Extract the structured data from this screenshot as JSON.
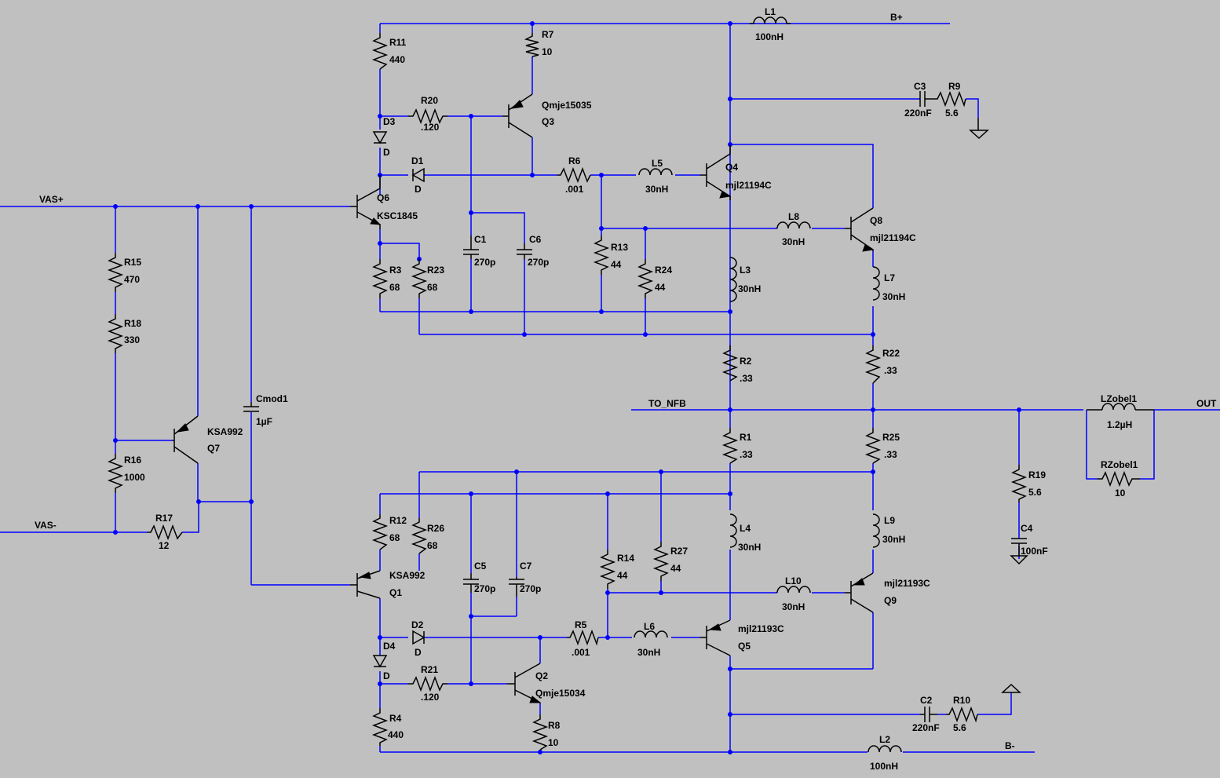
{
  "components": [
    {
      "ref": "R11",
      "value": "440"
    },
    {
      "ref": "R7",
      "value": "10"
    },
    {
      "ref": "R20",
      "value": ".120"
    },
    {
      "ref": "Q3",
      "value": "Qmje15035"
    },
    {
      "ref": "D3",
      "value": "D"
    },
    {
      "ref": "D1",
      "value": "D"
    },
    {
      "ref": "R6",
      "value": ".001"
    },
    {
      "ref": "L5",
      "value": "30nH"
    },
    {
      "ref": "Q4",
      "value": "mjl21194C"
    },
    {
      "ref": "Q6",
      "value": "KSC1845"
    },
    {
      "ref": "C1",
      "value": "270p"
    },
    {
      "ref": "C6",
      "value": "270p"
    },
    {
      "ref": "R13",
      "value": "44"
    },
    {
      "ref": "R24",
      "value": "44"
    },
    {
      "ref": "L8",
      "value": "30nH"
    },
    {
      "ref": "Q8",
      "value": "mjl21194C"
    },
    {
      "ref": "R3",
      "value": "68"
    },
    {
      "ref": "R23",
      "value": "68"
    },
    {
      "ref": "L3",
      "value": "30nH"
    },
    {
      "ref": "L7",
      "value": "30nH"
    },
    {
      "ref": "L1",
      "value": "100nH"
    },
    {
      "ref": "C3",
      "value": "220nF"
    },
    {
      "ref": "R9",
      "value": "5.6"
    },
    {
      "ref": "R15",
      "value": "470"
    },
    {
      "ref": "R18",
      "value": "330"
    },
    {
      "ref": "Cmod1",
      "value": "1µF"
    },
    {
      "ref": "Q7",
      "value": "KSA992"
    },
    {
      "ref": "R16",
      "value": "1000"
    },
    {
      "ref": "R17",
      "value": "12"
    },
    {
      "ref": "R2",
      "value": ".33"
    },
    {
      "ref": "R22",
      "value": ".33"
    },
    {
      "ref": "R1",
      "value": ".33"
    },
    {
      "ref": "R25",
      "value": ".33"
    },
    {
      "ref": "R19",
      "value": "5.6"
    },
    {
      "ref": "C4",
      "value": "100nF"
    },
    {
      "ref": "LZobel1",
      "value": "1.2µH"
    },
    {
      "ref": "RZobel1",
      "value": "10"
    },
    {
      "ref": "R12",
      "value": "68"
    },
    {
      "ref": "R26",
      "value": "68"
    },
    {
      "ref": "C5",
      "value": "270p"
    },
    {
      "ref": "C7",
      "value": "270p"
    },
    {
      "ref": "R14",
      "value": "44"
    },
    {
      "ref": "R27",
      "value": "44"
    },
    {
      "ref": "L4",
      "value": "30nH"
    },
    {
      "ref": "L9",
      "value": "30nH"
    },
    {
      "ref": "Q1",
      "value": "KSA992"
    },
    {
      "ref": "L10",
      "value": "30nH"
    },
    {
      "ref": "Q9",
      "value": "mjl21193C"
    },
    {
      "ref": "D2",
      "value": "D"
    },
    {
      "ref": "D4",
      "value": "D"
    },
    {
      "ref": "R5",
      "value": ".001"
    },
    {
      "ref": "L6",
      "value": "30nH"
    },
    {
      "ref": "Q5",
      "value": "mjl21193C"
    },
    {
      "ref": "R21",
      "value": ".120"
    },
    {
      "ref": "Q2",
      "value": "Qmje15034"
    },
    {
      "ref": "R8",
      "value": "10"
    },
    {
      "ref": "R4",
      "value": "440"
    },
    {
      "ref": "C2",
      "value": "220nF"
    },
    {
      "ref": "R10",
      "value": "5.6"
    },
    {
      "ref": "L2",
      "value": "100nH"
    }
  ],
  "nets": [
    {
      "id": "B+",
      "label": "B+"
    },
    {
      "id": "B-",
      "label": "B-"
    },
    {
      "id": "VAS+",
      "label": "VAS+"
    },
    {
      "id": "VAS-",
      "label": "VAS-"
    },
    {
      "id": "TO_NFB",
      "label": "TO_NFB"
    },
    {
      "id": "OUT",
      "label": "OUT"
    }
  ]
}
